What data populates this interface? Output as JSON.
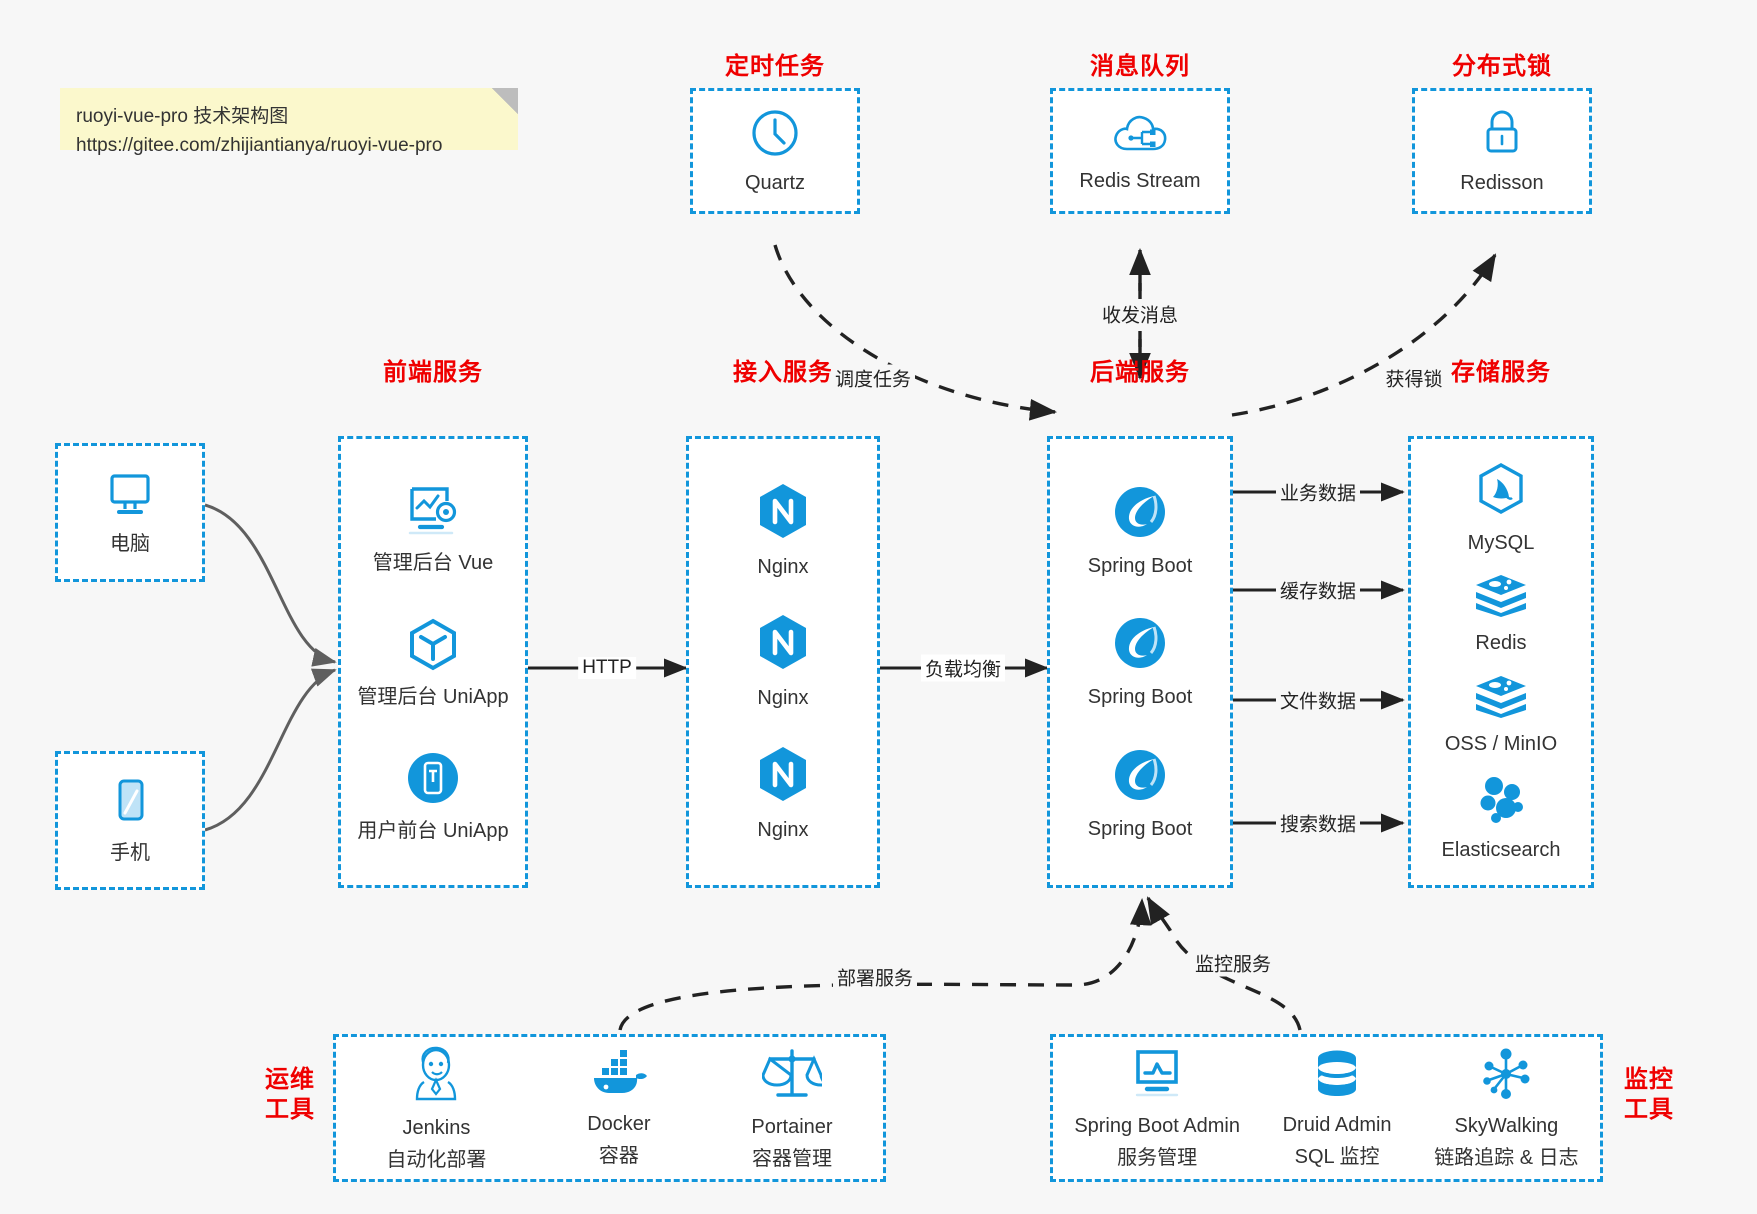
{
  "note": {
    "line1": "ruoyi-vue-pro 技术架构图",
    "line2": "https://gitee.com/zhijiantianya/ruoyi-vue-pro"
  },
  "colors": {
    "accent": "#1296db",
    "group_title": "#ef0000",
    "background": "#f7f7f7",
    "box_fill": "#ffffff",
    "note_fill": "#fbf8cc",
    "edge": "#222222",
    "curve_edge": "#5f5f5f"
  },
  "groups": {
    "scheduler": {
      "title": "定时任务",
      "nodes": [
        {
          "label": "Quartz",
          "icon": "clock-icon"
        }
      ]
    },
    "mq": {
      "title": "消息队列",
      "nodes": [
        {
          "label": "Redis Stream",
          "icon": "cloud-stream-icon"
        }
      ]
    },
    "lock": {
      "title": "分布式锁",
      "nodes": [
        {
          "label": "Redisson",
          "icon": "lock-icon"
        }
      ]
    },
    "clients": {
      "nodes": [
        {
          "label": "电脑",
          "icon": "desktop-icon"
        },
        {
          "label": "手机",
          "icon": "mobile-icon"
        }
      ]
    },
    "frontend": {
      "title": "前端服务",
      "nodes": [
        {
          "label": "管理后台 Vue",
          "icon": "dashboard-gear-icon"
        },
        {
          "label": "管理后台 UniApp",
          "icon": "cube-icon"
        },
        {
          "label": "用户前台 UniApp",
          "icon": "phone-app-icon"
        }
      ]
    },
    "gateway": {
      "title": "接入服务",
      "nodes": [
        {
          "label": "Nginx",
          "icon": "nginx-icon"
        },
        {
          "label": "Nginx",
          "icon": "nginx-icon"
        },
        {
          "label": "Nginx",
          "icon": "nginx-icon"
        }
      ]
    },
    "backend": {
      "title": "后端服务",
      "nodes": [
        {
          "label": "Spring Boot",
          "icon": "spring-icon"
        },
        {
          "label": "Spring Boot",
          "icon": "spring-icon"
        },
        {
          "label": "Spring Boot",
          "icon": "spring-icon"
        }
      ]
    },
    "storage": {
      "title": "存储服务",
      "nodes": [
        {
          "label": "MySQL",
          "icon": "mysql-icon"
        },
        {
          "label": "Redis",
          "icon": "redis-icon"
        },
        {
          "label": "OSS / MinIO",
          "icon": "redis-icon"
        },
        {
          "label": "Elasticsearch",
          "icon": "elasticsearch-icon"
        }
      ]
    },
    "devops": {
      "title_line1": "运维",
      "title_line2": "工具",
      "nodes": [
        {
          "label": "Jenkins",
          "sub": "自动化部署",
          "icon": "jenkins-icon"
        },
        {
          "label": "Docker",
          "sub": "容器",
          "icon": "docker-icon"
        },
        {
          "label": "Portainer",
          "sub": "容器管理",
          "icon": "scales-icon"
        }
      ]
    },
    "monitor": {
      "title_line1": "监控",
      "title_line2": "工具",
      "nodes": [
        {
          "label": "Spring Boot Admin",
          "sub": "服务管理",
          "icon": "monitor-chart-icon"
        },
        {
          "label": "Druid Admin",
          "sub": "SQL 监控",
          "icon": "database-icon"
        },
        {
          "label": "SkyWalking",
          "sub": "链路追踪 & 日志",
          "icon": "skywalking-icon"
        }
      ]
    }
  },
  "edges": [
    {
      "id": "http",
      "label": "HTTP"
    },
    {
      "id": "balance",
      "label": "负载均衡"
    },
    {
      "id": "schedule",
      "label": "调度任务"
    },
    {
      "id": "mq-msg",
      "label": "收发消息"
    },
    {
      "id": "get-lock",
      "label": "获得锁"
    },
    {
      "id": "biz-data",
      "label": "业务数据"
    },
    {
      "id": "cache-data",
      "label": "缓存数据"
    },
    {
      "id": "file-data",
      "label": "文件数据"
    },
    {
      "id": "search-data",
      "label": "搜索数据"
    },
    {
      "id": "deploy",
      "label": "部署服务"
    },
    {
      "id": "monitoring",
      "label": "监控服务"
    }
  ]
}
